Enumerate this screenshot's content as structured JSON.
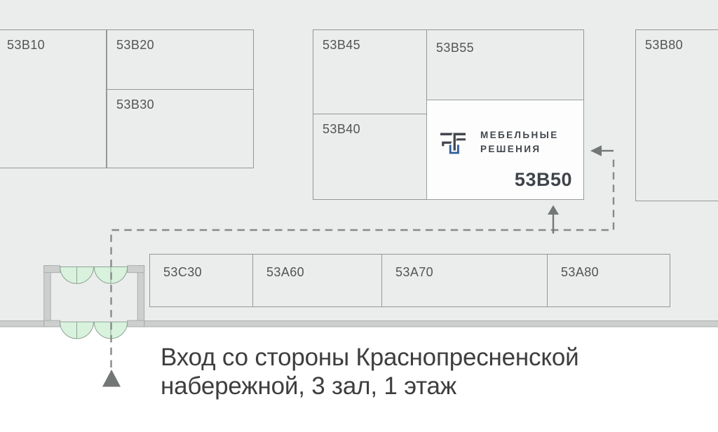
{
  "booths": {
    "b10": {
      "label": "53В10"
    },
    "b20": {
      "label": "53В20"
    },
    "b30": {
      "label": "53В30"
    },
    "b45": {
      "label": "53В45"
    },
    "b40": {
      "label": "53В40"
    },
    "b55": {
      "label": "53В55"
    },
    "b80": {
      "label": "53В80"
    },
    "c30": {
      "label": "53С30"
    },
    "a60": {
      "label": "53А60"
    },
    "a70": {
      "label": "53А70"
    },
    "a80": {
      "label": "53А80"
    }
  },
  "highlight": {
    "id": "53В50",
    "brand_line1": "МЕБЕЛЬНЫЕ",
    "brand_line2": "РЕШЕНИЯ"
  },
  "caption": {
    "line1": "Вход со стороны Краснопресненской",
    "line2": "набережной, 3 зал, 1 этаж"
  },
  "colors": {
    "hall_bg": "#ebedec",
    "booth_border": "#939796",
    "highlight_bg": "#fdfdfd",
    "door_green": "#d9f2dd",
    "door_stroke": "#8fa396",
    "wall_gray": "#cdcfce",
    "wall_stroke": "#a7a9a8",
    "route_gray": "#868a89",
    "arrow_gray": "#737776",
    "brand_dark": "#43484e",
    "brand_blue": "#2e5d9c",
    "caption_text": "#3d3e3d",
    "label_text": "#515554"
  }
}
